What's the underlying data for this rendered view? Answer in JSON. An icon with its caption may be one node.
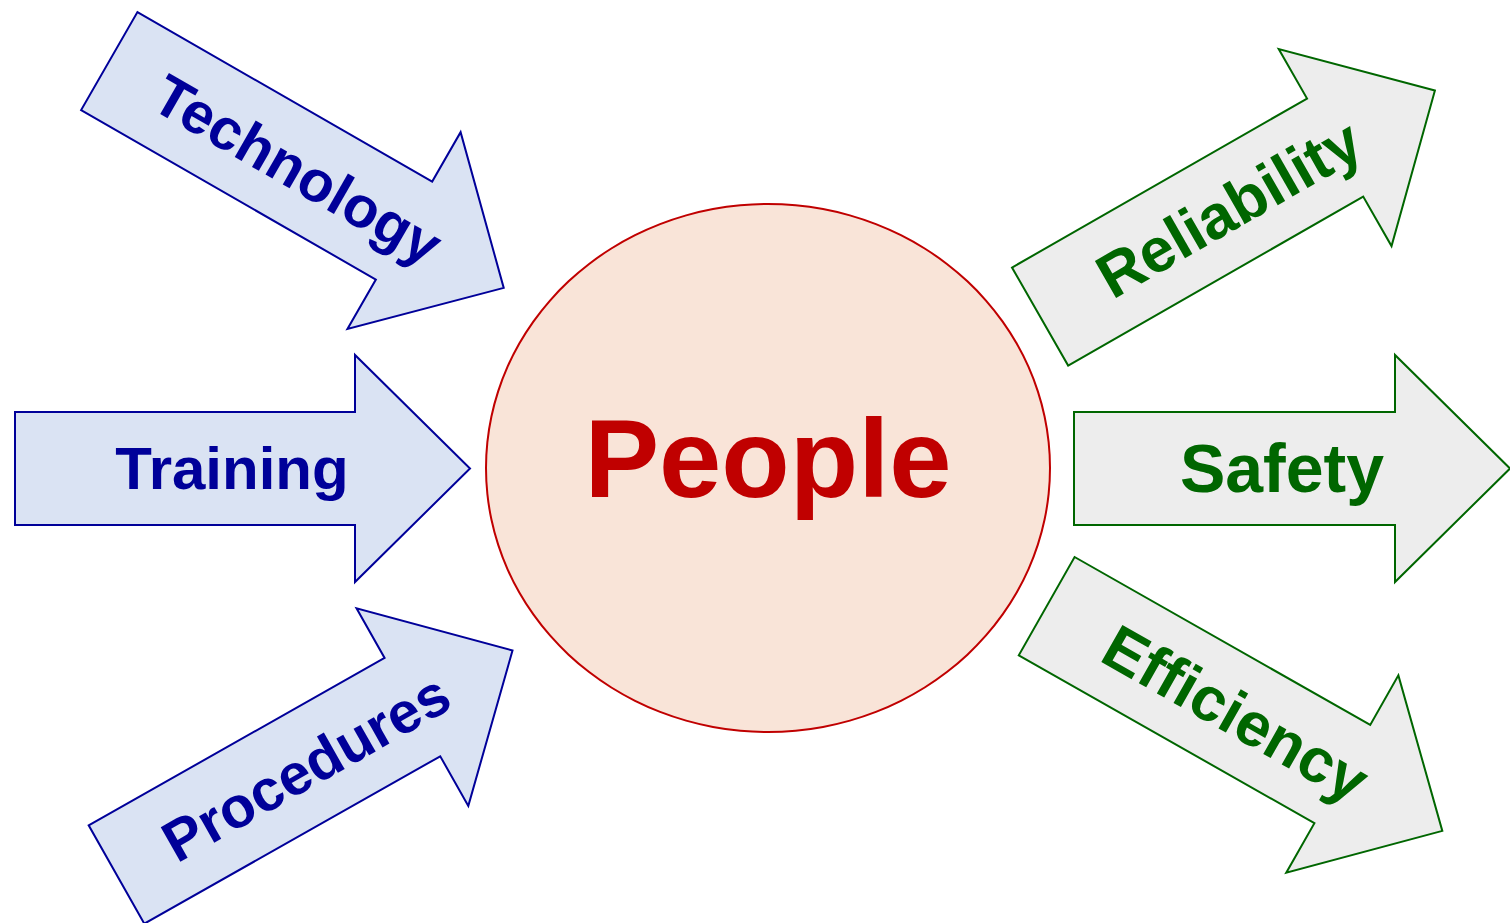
{
  "diagram": {
    "nodes": [
      {
        "text": [
          "Technology"
        ]
      },
      {
        "text": [
          "Training"
        ]
      },
      {
        "text": [
          "Procedures"
        ]
      },
      {
        "text": [
          "People"
        ]
      },
      {
        "text": [
          "Reliability"
        ]
      },
      {
        "text": [
          "Safety"
        ]
      },
      {
        "text": [
          "Efficiency"
        ]
      }
    ]
  }
}
